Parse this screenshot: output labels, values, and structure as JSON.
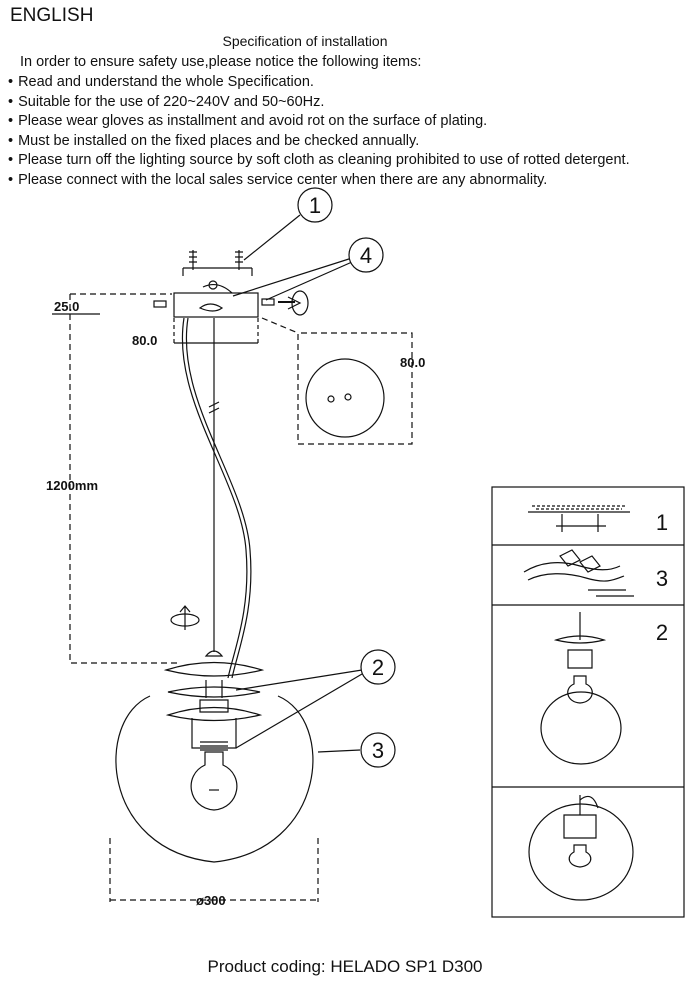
{
  "header": {
    "language": "ENGLISH",
    "title": "Specification of installation",
    "intro": "In order to ensure safety use,please notice the following items:"
  },
  "rules": [
    "Read and understand the whole Specification.",
    "Suitable for the use of 220~240V and 50~60Hz.",
    "Please wear gloves as installment and avoid rot on the surface of plating.",
    "Must be installed on the fixed places and be checked annually.",
    "Please turn off the lighting source by soft cloth as cleaning prohibited to use of rotted detergent.",
    "Please connect with the local sales service center when there are any abnormality."
  ],
  "diagram": {
    "dim_bracket_height": "25.0",
    "dim_canopy_width": "80.0",
    "dim_canopy_diameter": "80.0",
    "dim_cable_length": "1200mm",
    "dim_shade_diameter": "ø300",
    "callouts": [
      "1",
      "4",
      "2",
      "3"
    ]
  },
  "steps_panel": {
    "step_labels": [
      "1",
      "3",
      "2"
    ]
  },
  "footer": {
    "product_coding": "Product coding: HELADO SP1 D300"
  }
}
